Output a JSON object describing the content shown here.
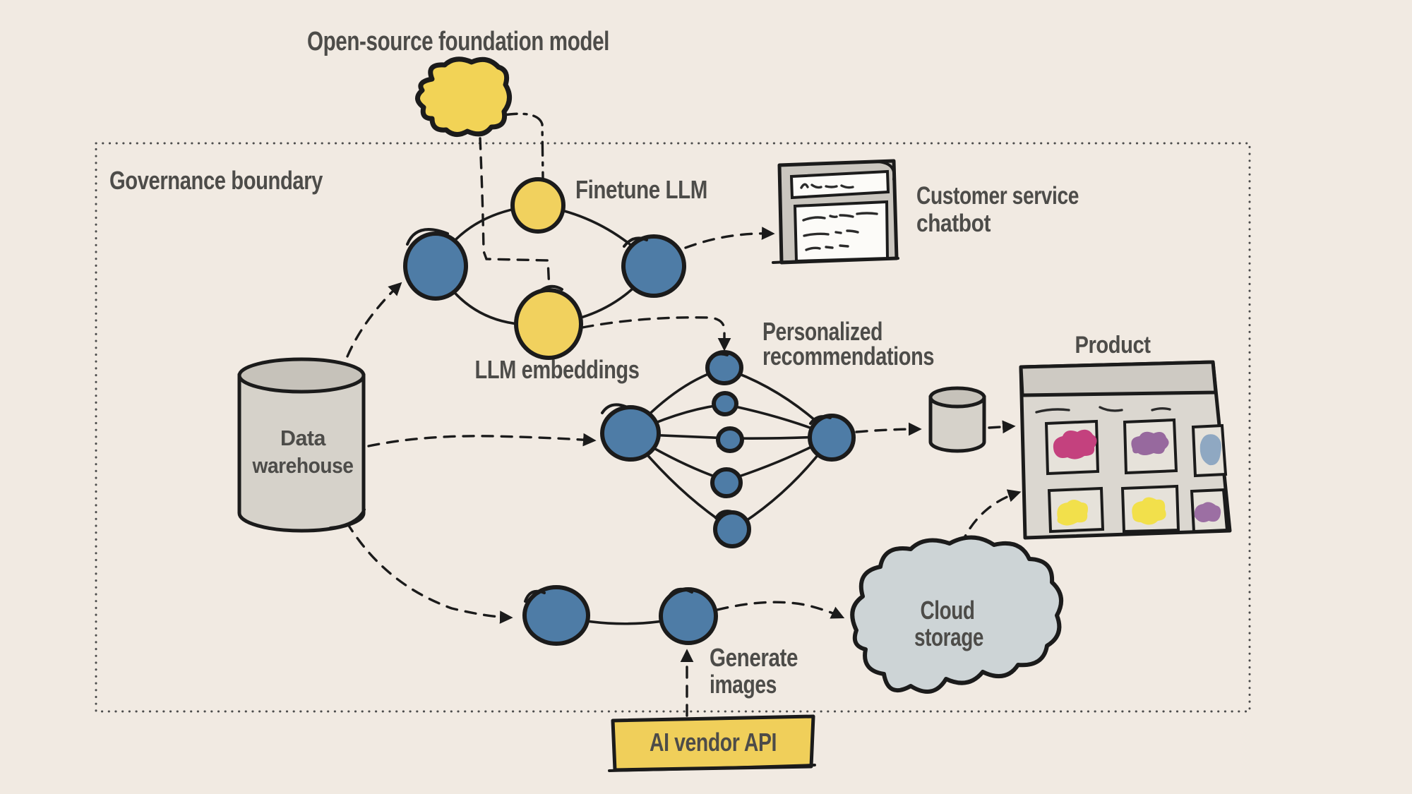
{
  "title": "Open-source foundation model",
  "boundary": {
    "label": "Governance boundary"
  },
  "labels": {
    "finetune": "Finetune LLM",
    "embeddings": "LLM embeddings",
    "warehouse": {
      "line1": "Data",
      "line2": "warehouse"
    },
    "recommendations": {
      "line1": "Personalized",
      "line2": "recommendations"
    },
    "chatbot": {
      "line1": "Customer service",
      "line2": "chatbot"
    },
    "product": "Product",
    "cloud": {
      "line1": "Cloud",
      "line2": "storage"
    },
    "generate": {
      "line1": "Generate",
      "line2": "images"
    },
    "vendor": "AI vendor API"
  },
  "colors": {
    "background": "#f1eae2",
    "ink": "#1b1b1b",
    "text": "#4d4c49",
    "node_blue": "#4e7ca6",
    "node_yellow": "#f1d15e",
    "blob_yellow": "#f2d356",
    "vendor_yellow": "#f0cf5a",
    "gray_fill": "#d6d2ca",
    "gray_top": "#c6c2ba",
    "chatbot_gray": "#cac6bf",
    "panel_white": "#fcfbf8",
    "product_gray": "#dbd7d0",
    "product_header": "#cecac3",
    "tile_fill": "#e6e2da",
    "cloud_fill": "#cdd4d6",
    "swatch_pink": "#c4417e",
    "swatch_purple": "#97699e",
    "swatch_bluegray": "#8fa8c2",
    "swatch_yellow": "#f2e04b",
    "swatch_violet": "#9c6fa3"
  }
}
